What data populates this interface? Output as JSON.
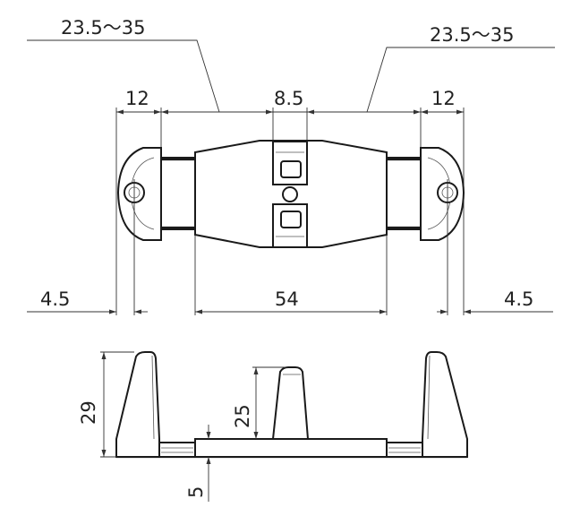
{
  "dimensions": {
    "top_left_range": "23.5～35",
    "top_right_range": "23.5～35",
    "left_width": "12",
    "center_width": "8.5",
    "right_width": "12",
    "left_offset": "4.5",
    "body_length": "54",
    "right_offset": "4.5",
    "overall_height": "29",
    "center_height": "25",
    "base_thickness": "5"
  },
  "colors": {
    "line": "#1a1a1a",
    "background": "#ffffff"
  }
}
